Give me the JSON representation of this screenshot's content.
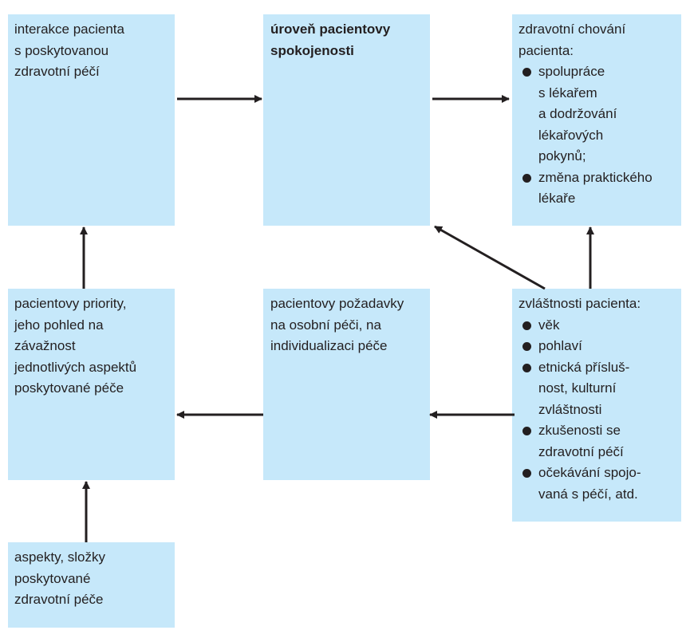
{
  "diagram": {
    "boxes": [
      {
        "id": "interaction",
        "title": "interakce pacienta\ns poskytovanou\nzdravotní péčí",
        "bold": false,
        "bullets": []
      },
      {
        "id": "satisfaction",
        "title": "úroveň pacientovy\nspokojenosti",
        "bold": true,
        "bullets": []
      },
      {
        "id": "health-behavior",
        "title": "zdravotní chování\npacienta:",
        "bold": false,
        "bullets": [
          "spolupráce\ns lékařem\na dodržování\nlékařových\npokynů;",
          "změna praktického\nlékaře"
        ]
      },
      {
        "id": "priorities",
        "title": "pacientovy priority,\njeho pohled na\nzávažnost\njednotlivých aspektů\nposkytované péče",
        "bold": false,
        "bullets": []
      },
      {
        "id": "requirements",
        "title": "pacientovy požadavky\nna osobní péči, na\nindividualizaci péče",
        "bold": false,
        "bullets": []
      },
      {
        "id": "characteristics",
        "title": "zvláštnosti pacienta:",
        "bold": false,
        "bullets": [
          "věk",
          "pohlaví",
          "etnická přísluš-\nnost, kulturní\nzvláštnosti",
          "zkušenosti se\nzdravotní péčí",
          "očekávání spojo-\nvaná s péčí, atd."
        ]
      },
      {
        "id": "aspects",
        "title": "aspekty, složky\nposkytované\nzdravotní péče",
        "bold": false,
        "bullets": []
      }
    ],
    "edges": [
      {
        "from": "interaction",
        "to": "satisfaction"
      },
      {
        "from": "satisfaction",
        "to": "health-behavior"
      },
      {
        "from": "characteristics",
        "to": "health-behavior"
      },
      {
        "from": "characteristics",
        "to": "satisfaction"
      },
      {
        "from": "characteristics",
        "to": "requirements"
      },
      {
        "from": "requirements",
        "to": "priorities"
      },
      {
        "from": "priorities",
        "to": "interaction"
      },
      {
        "from": "aspects",
        "to": "priorities"
      }
    ],
    "colors": {
      "box_fill": "#c6e8fa",
      "arrow": "#231f20",
      "text": "#231f20"
    }
  }
}
